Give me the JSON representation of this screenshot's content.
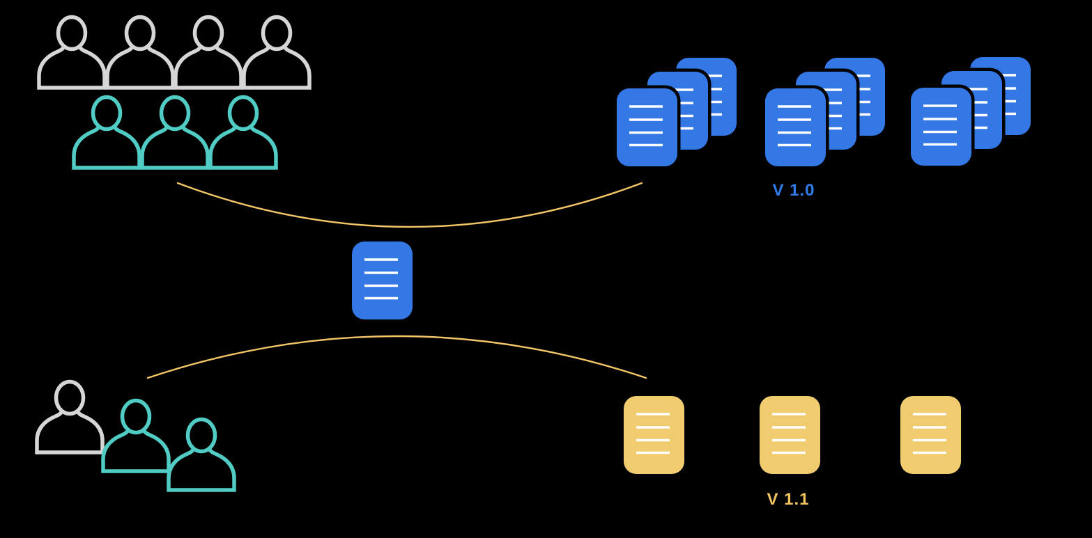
{
  "labels": {
    "version_1_0": "V 1.0",
    "version_1_1": "V 1.1"
  },
  "colors": {
    "page-bg": "#000000",
    "doc-blue": "#3478E6",
    "doc-yellow": "#F1CC6E",
    "doc-line": "#FFFFFF",
    "person-gray": "#D6D6D6",
    "person-teal": "#50CCC5",
    "arc-gold": "#F2C566",
    "label-blue": "#2F7BE8",
    "label-gold": "#EFC35F"
  },
  "figures": {
    "top_left_people_group": {
      "back_row_gray_count": 4,
      "front_row_teal_count": 3
    },
    "bottom_left_people_group": {
      "gray_count": 1,
      "teal_count": 2
    },
    "blue_document_clusters": {
      "cluster_count": 3,
      "documents_per_cluster": 3,
      "text_lines_per_document": 4,
      "label": "V 1.0"
    },
    "yellow_documents": {
      "count": 3,
      "text_lines_per_document": 4,
      "label": "V 1.1"
    },
    "center_document": {
      "count": 1,
      "text_lines": 4
    },
    "connectors": {
      "count": 2,
      "style": "thin curved gold arcs"
    }
  }
}
